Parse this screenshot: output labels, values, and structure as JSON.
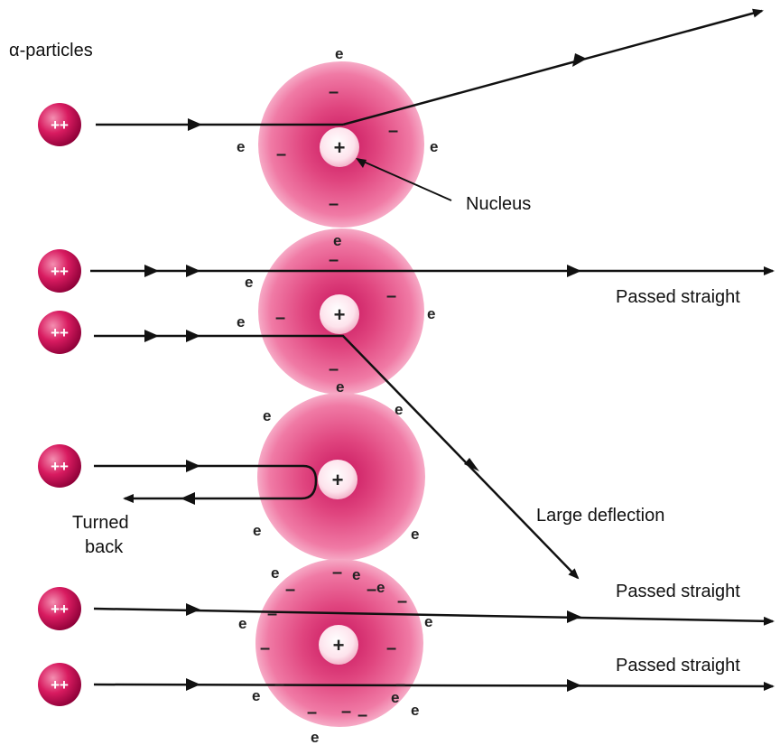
{
  "labels": {
    "alpha_particles": "α-particles",
    "nucleus": "Nucleus",
    "passed_straight_1": "Passed straight",
    "passed_straight_2": "Passed straight",
    "passed_straight_3": "Passed straight",
    "large_deflection": "Large deflection",
    "turned_back_1": "Turned",
    "turned_back_2": "back"
  },
  "symbols": {
    "electron": "e",
    "negative": "–",
    "positive": "+",
    "alpha_charge": "++"
  },
  "colors": {
    "atom": "#e0457f",
    "atom_light": "#f6aac6",
    "nucleus": "#ffffff",
    "alpha": "#c2185b",
    "ray": "#111111"
  }
}
